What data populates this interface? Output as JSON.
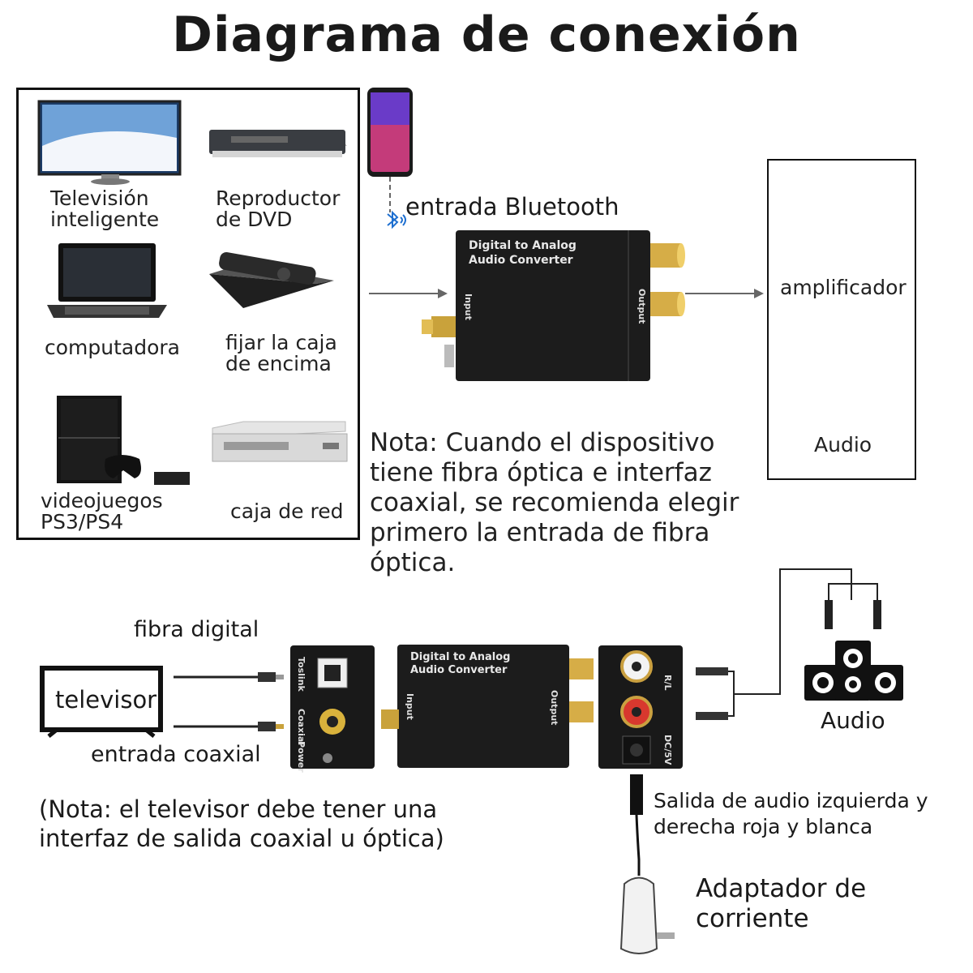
{
  "title": "Diagrama de conexión",
  "sources": [
    {
      "label": "Televisión\ninteligente",
      "icon": "smart-tv-icon"
    },
    {
      "label": "Reproductor\nde DVD",
      "icon": "dvd-player-icon"
    },
    {
      "label": "computadora",
      "icon": "laptop-icon"
    },
    {
      "label": "fijar la caja\nde encima",
      "icon": "set-top-box-icon"
    },
    {
      "label": "videojuegos\nPS3/PS4",
      "icon": "game-console-icon"
    },
    {
      "label": "caja de red",
      "icon": "network-box-icon"
    }
  ],
  "bluetooth_label": "entrada Bluetooth",
  "converter": {
    "label": "Digital to Analog\nAudio Converter",
    "input": "Input",
    "output": "Output"
  },
  "outputs": [
    {
      "label": "amplificador",
      "icon": "amplifier-icon"
    },
    {
      "label": "Audio",
      "icon": "speakers-icon"
    }
  ],
  "note_top": "Nota: Cuando el dispositivo\ntiene fibra óptica e interfaz\ncoaxial, se recomienda elegir\nprimero la entrada de fibra\nóptica.",
  "bottom": {
    "fiber_label": "fibra digital",
    "tv_label": "televisor",
    "coax_label": "entrada coaxial",
    "port_labels": {
      "toslink": "Toslink",
      "coaxial": "Coaxial",
      "power": "Power",
      "rl": "R/L",
      "dc": "DC/5V"
    },
    "audio_label": "Audio",
    "note": "(Nota: el televisor debe tener una\ninterfaz de salida coaxial u óptica)",
    "output_note": "Salida de audio izquierda y\nderecha roja y blanca",
    "power_label": "Adaptador de\ncorriente"
  }
}
